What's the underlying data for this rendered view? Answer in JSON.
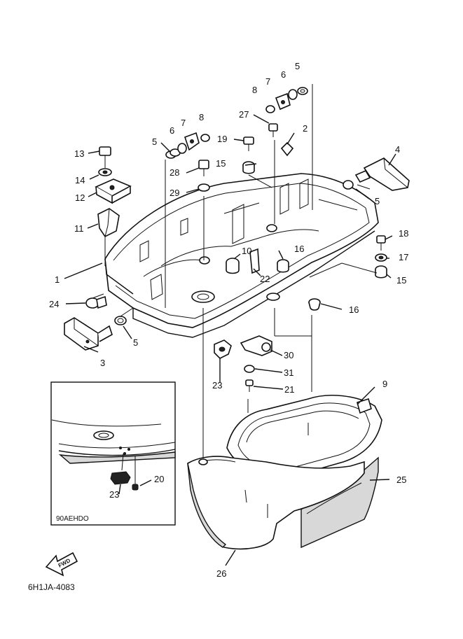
{
  "callouts": {
    "c1": "1",
    "c2": "2",
    "c3": "3",
    "c4": "4",
    "c5a": "5",
    "c5b": "5",
    "c5c": "5",
    "c5d": "5",
    "c6a": "6",
    "c6b": "6",
    "c7a": "7",
    "c7b": "7",
    "c8a": "8",
    "c8b": "8",
    "c9": "9",
    "c10": "10",
    "c11": "11",
    "c12": "12",
    "c13": "13",
    "c14": "14",
    "c15a": "15",
    "c15b": "15",
    "c16a": "16",
    "c16b": "16",
    "c17": "17",
    "c18": "18",
    "c19": "19",
    "c20": "20",
    "c21": "21",
    "c22": "22",
    "c23a": "23",
    "c23b": "23",
    "c24": "24",
    "c25": "25",
    "c26": "26",
    "c27": "27",
    "c28": "28",
    "c29": "29",
    "c30": "30",
    "c31": "31"
  },
  "inset": {
    "label": "90AEHDO"
  },
  "fwd": {
    "label": "FWD"
  },
  "drawing_code": "6H1JA-4083"
}
